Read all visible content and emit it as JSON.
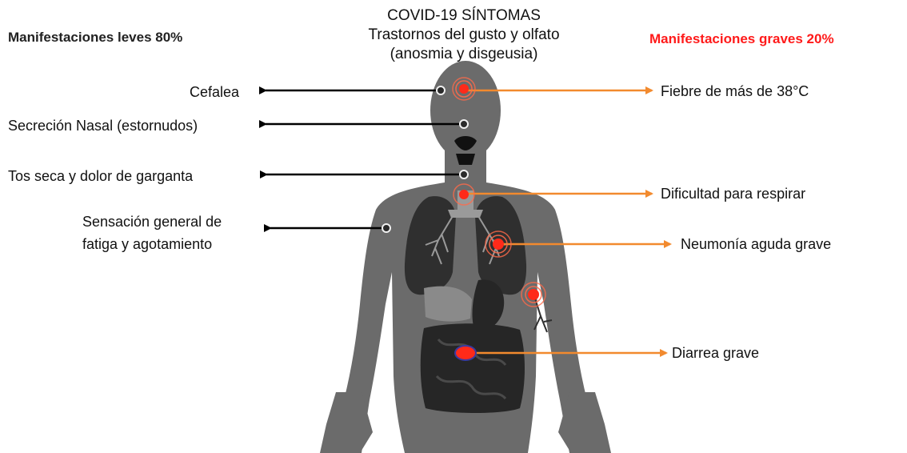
{
  "title": {
    "line1": "COVID-19 SÍNTOMAS",
    "line2": "Trastornos del gusto y olfato",
    "line3": "(anosmia y disgeusia)"
  },
  "mild": {
    "heading": "Manifestaciones leves 80%",
    "color": "#000000",
    "items": [
      {
        "label": "Cefalea"
      },
      {
        "label": "Secreción Nasal (estornudos)"
      },
      {
        "label": "Tos seca y dolor de garganta"
      },
      {
        "label_line1": "Sensación general de",
        "label_line2": "fatiga y agotamiento"
      }
    ]
  },
  "severe": {
    "heading": "Manifestaciones graves 20%",
    "color": "#ff1a1a",
    "arrow_color": "#f28a2e",
    "items": [
      {
        "label": "Fiebre de más de 38°C"
      },
      {
        "label": "Dificultad para respirar"
      },
      {
        "label": "Neumonía aguda grave"
      },
      {
        "label": "Diarrea grave"
      }
    ]
  },
  "colors": {
    "body": "#6b6b6b",
    "lungs": "#2f2f2f",
    "organs": "#262626",
    "liver": "#8a8a8a",
    "marker_red": "#ff2a1a",
    "marker_ring": "#ff6a4a"
  }
}
